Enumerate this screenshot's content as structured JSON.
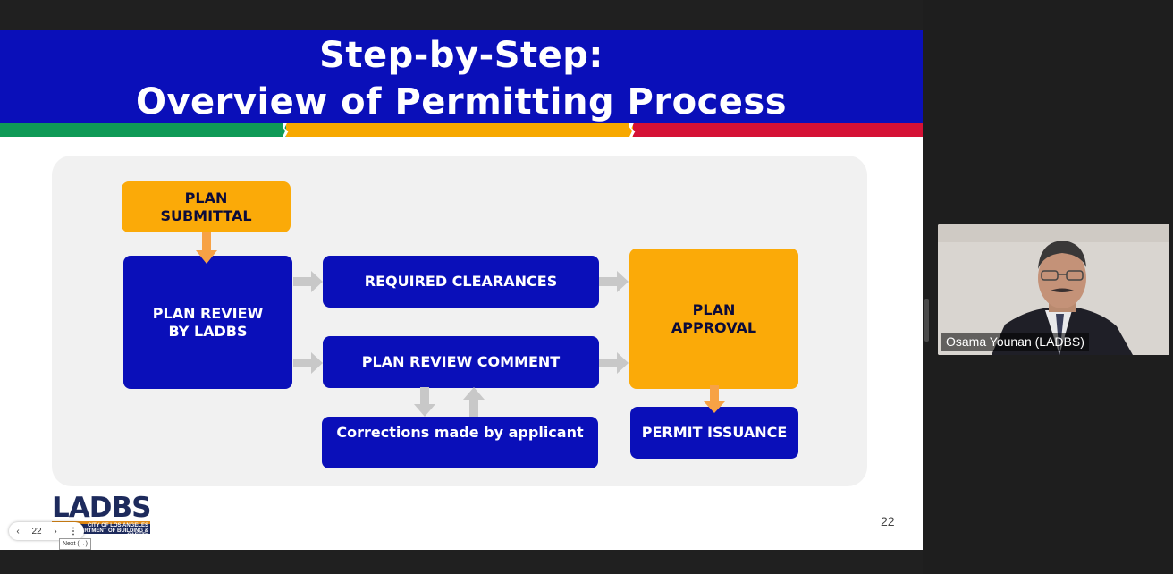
{
  "slide": {
    "title_line1": "Step-by-Step:",
    "title_line2": "Overview of Permitting Process",
    "number": "22",
    "colors": {
      "banner": "#0a0fb9",
      "stripe_green": "#0f9a57",
      "stripe_orange": "#f7a800",
      "stripe_red": "#d51135",
      "box_blue": "#0a0fb9",
      "box_orange": "#fbaa08",
      "arrow_orange": "#f7a245",
      "arrow_gray": "#c8c8c8"
    },
    "flow": {
      "plan_submittal": {
        "line1": "PLAN",
        "line2": "SUBMITTAL"
      },
      "plan_review": {
        "line1": "PLAN REVIEW",
        "line2": "BY LADBS"
      },
      "required_clearances": "REQUIRED CLEARANCES",
      "plan_review_comment": "PLAN REVIEW COMMENT",
      "corrections": "Corrections made by applicant",
      "plan_approval": {
        "line1": "PLAN",
        "line2": "APPROVAL"
      },
      "permit_issuance": "PERMIT ISSUANCE"
    },
    "logo": {
      "name": "LADBS",
      "subtitle_line1": "CITY OF LOS ANGELES",
      "subtitle_line2": "DEPARTMENT OF BUILDING & SAFETY"
    }
  },
  "controls": {
    "prev_icon": "chevron-left-icon",
    "page": "22",
    "next_icon": "chevron-right-icon",
    "more_icon": "more-vertical-icon",
    "tooltip": "Next (→)"
  },
  "participant": {
    "name": "Osama Younan (LADBS)"
  }
}
